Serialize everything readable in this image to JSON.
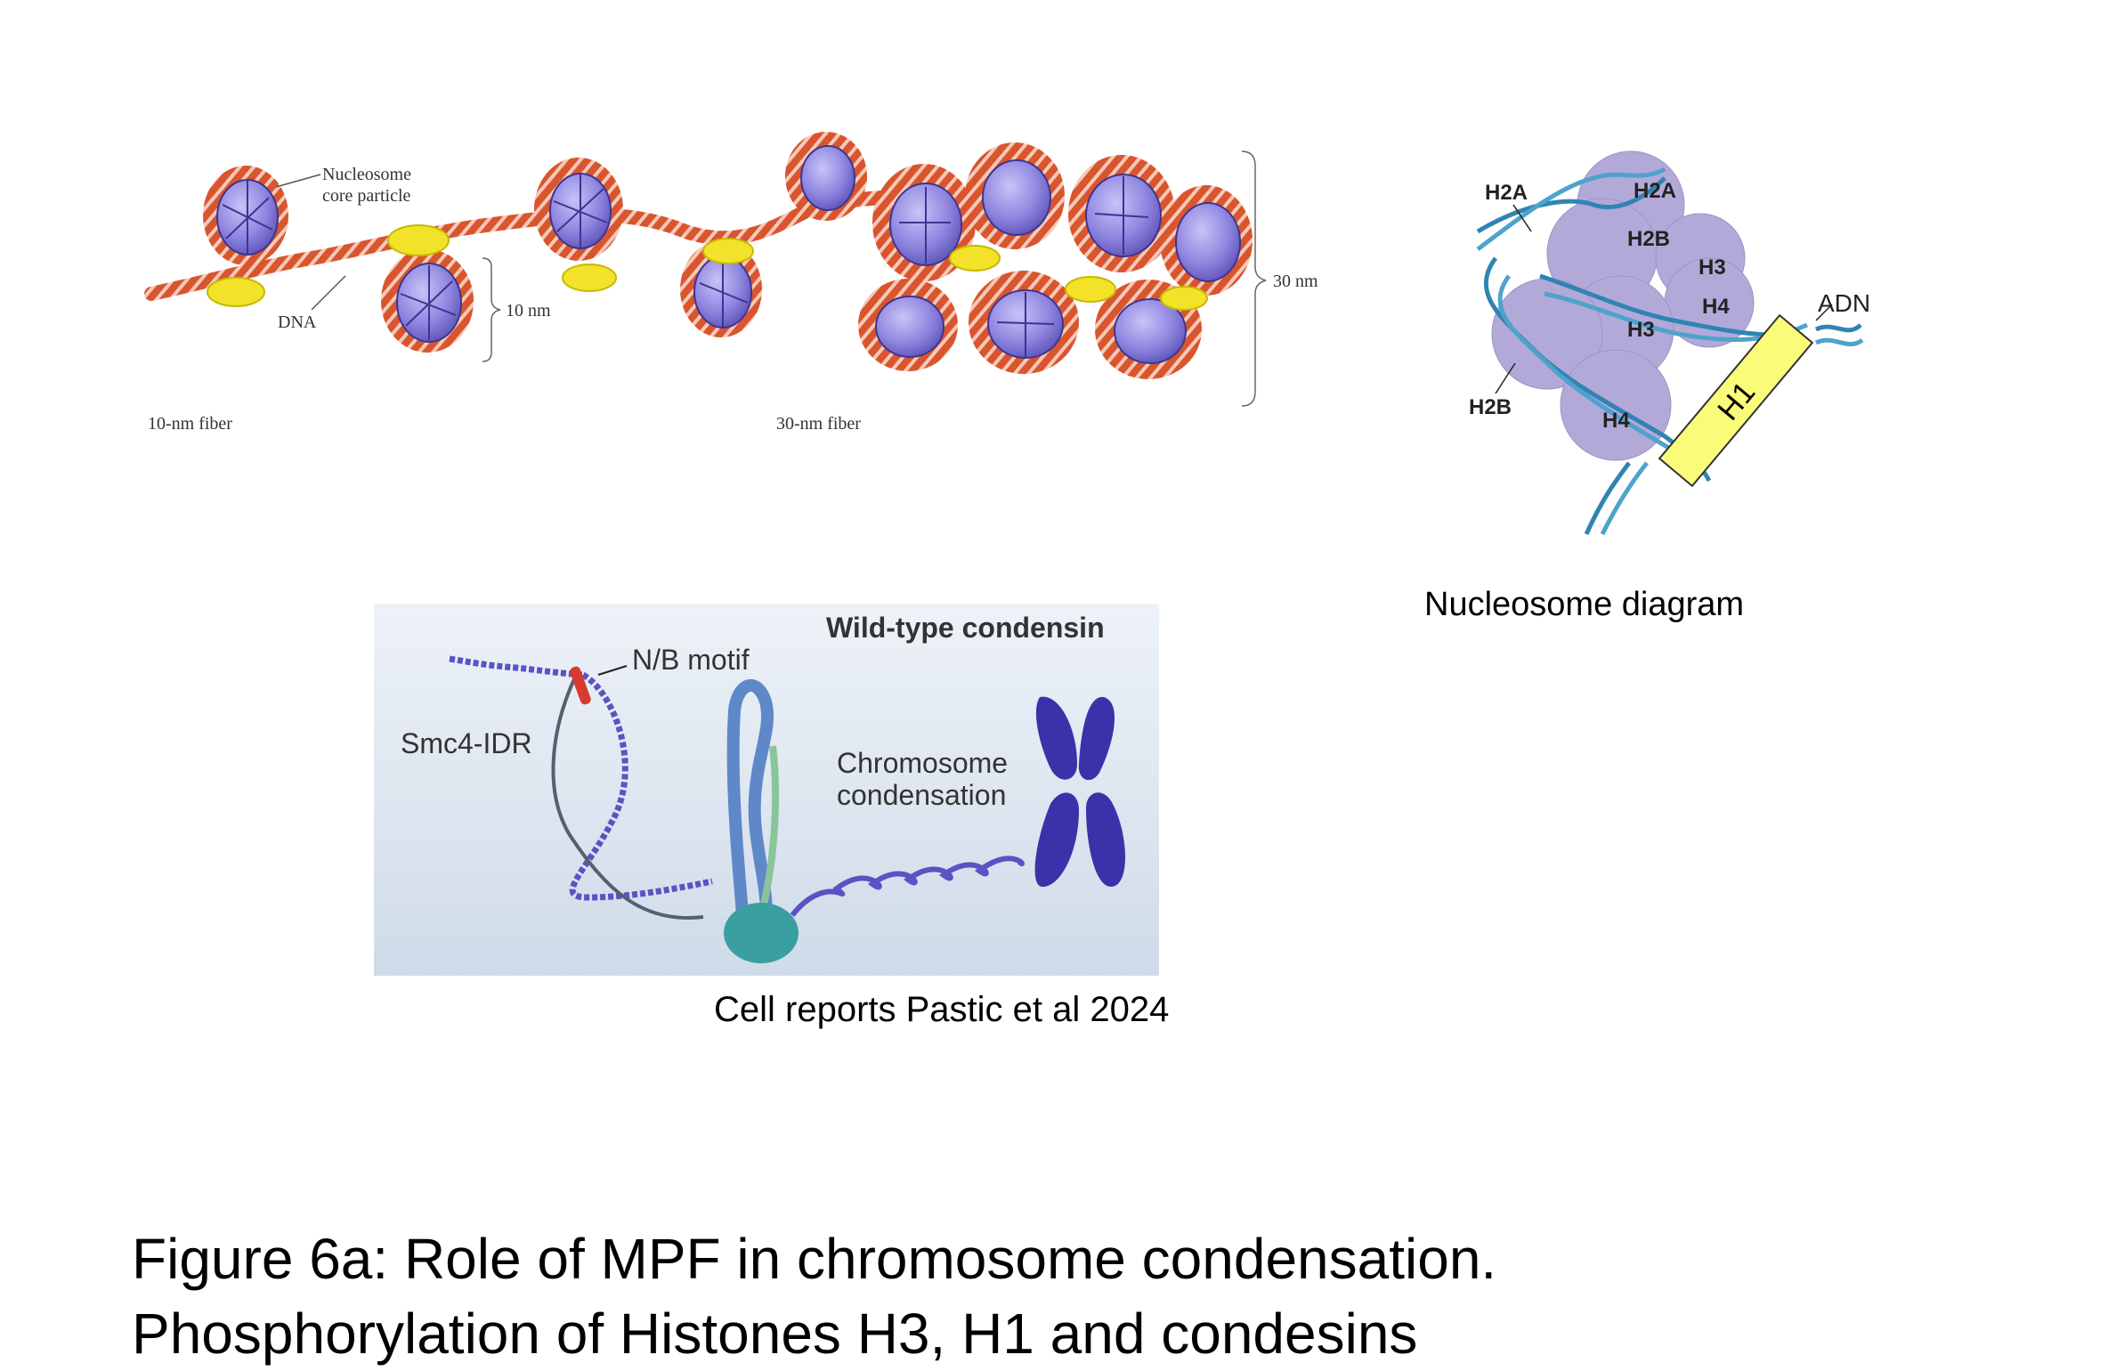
{
  "fiber_diagram": {
    "label_core_particle_line1": "Nucleosome",
    "label_core_particle_line2": "core particle",
    "label_dna": "DNA",
    "label_10nm": "10 nm",
    "label_30nm": "30 nm",
    "label_10nm_fiber": "10-nm fiber",
    "label_30nm_fiber": "30-nm fiber",
    "colors": {
      "dna_rope": "#d9552e",
      "core": "#8f86e0",
      "linker_histone": "#f2e22a"
    }
  },
  "nucleosome_diagram": {
    "histones": {
      "h2a_left": "H2A",
      "h2a_top": "H2A",
      "h2b_top": "H2B",
      "h3_right": "H3",
      "h4_right": "H4",
      "h3_center": "H3",
      "h2b_left": "H2B",
      "h4_bottom": "H4"
    },
    "h1_label": "H1",
    "adn_label": "ADN",
    "caption": "Nucleosome diagram",
    "colors": {
      "histone": "#b3a9d8",
      "dna": "#2f84b3",
      "h1_box": "#fbfb7a"
    }
  },
  "condensin_diagram": {
    "title": "Wild-type condensin",
    "nb_motif": "N/B motif",
    "smc4_idr": "Smc4-IDR",
    "condensation_line1": "Chromosome",
    "condensation_line2": "condensation",
    "caption": "Cell reports Pastic et al 2024",
    "colors": {
      "background": "#d9e3ef",
      "dna": "#5a53c4",
      "motif": "#d83a2e",
      "condensin": "#3a9fa0"
    }
  },
  "figure_caption": {
    "line1": "Figure 6a: Role of MPF in chromosome condensation.",
    "line2": "Phosphorylation of Histones H3, H1 and condesins"
  }
}
